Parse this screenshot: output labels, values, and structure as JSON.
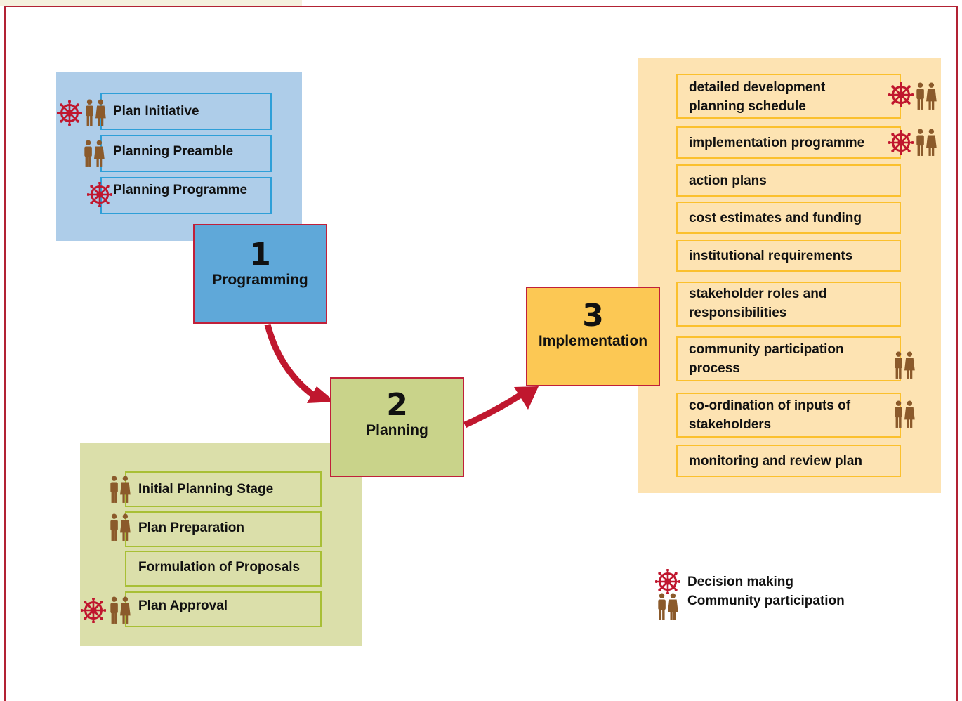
{
  "colors": {
    "frame": "#b22234",
    "arrow": "#c0172e",
    "wheel": "#c0172e",
    "people": "#8b5a2b",
    "panel_programming": "#aecde9",
    "panel_planning": "#dbdfaa",
    "panel_implementation": "#fde3b2",
    "stage_programming": "#5fa8d9",
    "stage_planning": "#c9d38a",
    "stage_implementation": "#fcc854"
  },
  "stages": {
    "programming": {
      "number": "1",
      "label": "Programming"
    },
    "planning": {
      "number": "2",
      "label": "Planning"
    },
    "implementation": {
      "number": "3",
      "label": "Implementation"
    }
  },
  "programming_items": [
    {
      "label": "Plan Initiative",
      "icons": [
        "wheel-icon",
        "people-icon"
      ]
    },
    {
      "label": "Planning Preamble",
      "icons": [
        "people-icon"
      ]
    },
    {
      "label": "Planning Programme",
      "icons": [
        "wheel-icon"
      ]
    }
  ],
  "planning_items": [
    {
      "label": "Initial Planning Stage",
      "icons": [
        "people-icon"
      ]
    },
    {
      "label": "Plan Preparation",
      "icons": [
        "people-icon"
      ]
    },
    {
      "label": "Formulation of Proposals",
      "icons": []
    },
    {
      "label": "Plan Approval",
      "icons": [
        "wheel-icon",
        "people-icon"
      ]
    }
  ],
  "implementation_items": [
    {
      "line1": "detailed development",
      "line2": "planning schedule",
      "icons": [
        "wheel-icon",
        "people-icon"
      ]
    },
    {
      "line1": "implementation programme",
      "line2": "",
      "icons": [
        "wheel-icon",
        "people-icon"
      ]
    },
    {
      "line1": "action plans",
      "line2": "",
      "icons": []
    },
    {
      "line1": "cost estimates and funding",
      "line2": "",
      "icons": []
    },
    {
      "line1": "institutional requirements",
      "line2": "",
      "icons": []
    },
    {
      "line1": "stakeholder roles and",
      "line2": "responsibilities",
      "icons": []
    },
    {
      "line1": "community participation",
      "line2": "process",
      "icons": [
        "people-icon"
      ]
    },
    {
      "line1": "co-ordination of inputs of",
      "line2": "stakeholders",
      "icons": [
        "people-icon"
      ]
    },
    {
      "line1": "monitoring and review plan",
      "line2": "",
      "icons": []
    }
  ],
  "legend": {
    "decision": "Decision making",
    "community": "Community participation"
  }
}
